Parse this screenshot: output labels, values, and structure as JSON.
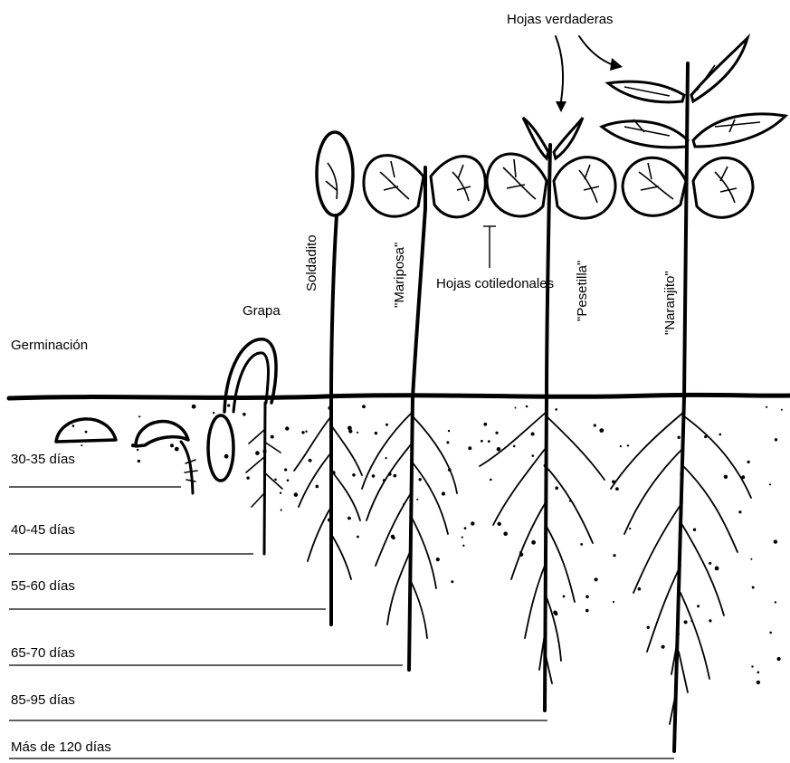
{
  "labels": {
    "germination": "Germinación",
    "grapa": "Grapa",
    "soldadito": "Soldadito",
    "mariposa": "\"Mariposa\"",
    "pesetilla": "\"Pesetilla\"",
    "naranjito": "\"Naranjito\"",
    "true_leaves": "Hojas verdaderas",
    "cotyledon_leaves": "Hojas cotiledonales"
  },
  "periods": [
    {
      "label": "30-35 días"
    },
    {
      "label": "40-45 días"
    },
    {
      "label": "55-60 días"
    },
    {
      "label": "65-70 días"
    },
    {
      "label": "85-95 días"
    },
    {
      "label": "Más de 120 días"
    }
  ]
}
